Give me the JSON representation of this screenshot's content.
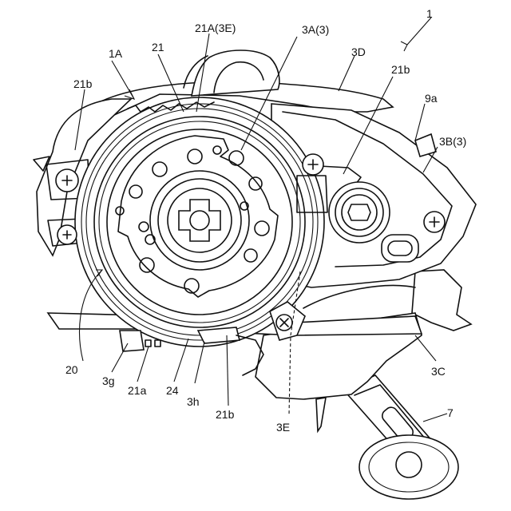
{
  "labels": {
    "l_1": "1",
    "l_1A": "1A",
    "l_21": "21",
    "l_21A3E": "21A(3E)",
    "l_3A3": "3A(3)",
    "l_3D": "3D",
    "l_21b_top": "21b",
    "l_21b_left": "21b",
    "l_9a": "9a",
    "l_3B3": "3B(3)",
    "l_20": "20",
    "l_3g": "3g",
    "l_21a": "21a",
    "l_24": "24",
    "l_3h": "3h",
    "l_21b_bottom": "21b",
    "l_3E": "3E",
    "l_3C": "3C",
    "l_7": "7"
  }
}
